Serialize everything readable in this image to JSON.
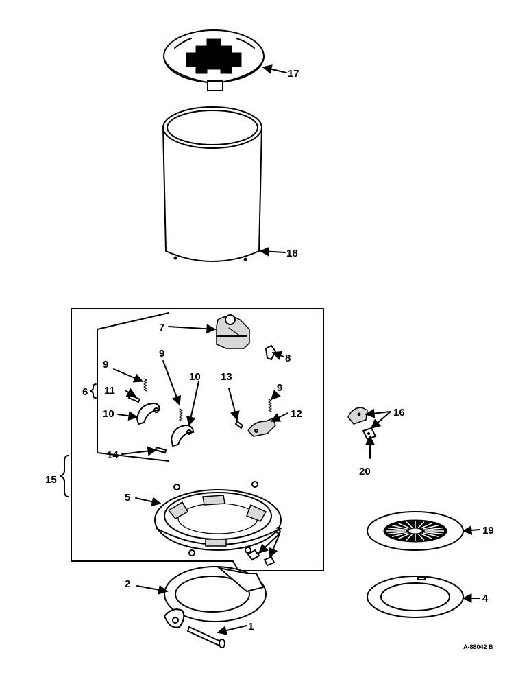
{
  "callouts": {
    "c1": "1",
    "c2": "2",
    "c3": "3",
    "c4": "4",
    "c5": "5",
    "c6": "6",
    "c7": "7",
    "c8": "8",
    "c9a": "9",
    "c9b": "9",
    "c9c": "9",
    "c10a": "10",
    "c10b": "10",
    "c11": "11",
    "c12": "12",
    "c13": "13",
    "c14": "14",
    "c15": "15",
    "c16": "16",
    "c17": "17",
    "c18": "18",
    "c19": "19",
    "c20": "20"
  },
  "drawing_id": "A-88042 B"
}
